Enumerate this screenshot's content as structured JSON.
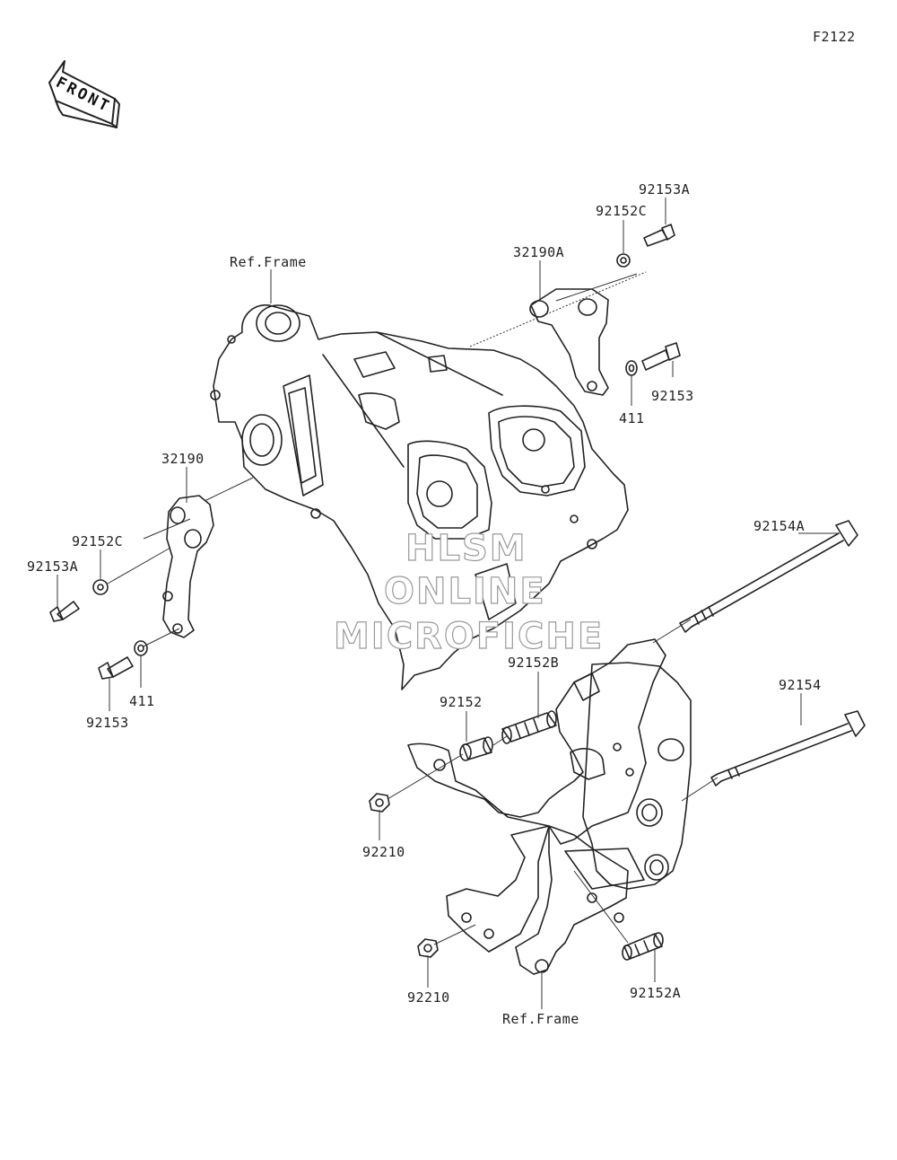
{
  "figure_code": "F2122",
  "front_arrow": {
    "label": "FRONT"
  },
  "callouts": [
    {
      "id": "c1",
      "text": "92153A"
    },
    {
      "id": "c2",
      "text": "92152C"
    },
    {
      "id": "c3",
      "text": "32190A"
    },
    {
      "id": "c4",
      "text": "Ref.Frame"
    },
    {
      "id": "c5",
      "text": "92153"
    },
    {
      "id": "c6",
      "text": "411"
    },
    {
      "id": "c7",
      "text": "32190"
    },
    {
      "id": "c8",
      "text": "92152C"
    },
    {
      "id": "c9",
      "text": "92153A"
    },
    {
      "id": "c10",
      "text": "411"
    },
    {
      "id": "c11",
      "text": "92153"
    },
    {
      "id": "c12",
      "text": "92154A"
    },
    {
      "id": "c13",
      "text": "92152B"
    },
    {
      "id": "c14",
      "text": "92152"
    },
    {
      "id": "c15",
      "text": "92154"
    },
    {
      "id": "c16",
      "text": "92210"
    },
    {
      "id": "c17",
      "text": "92210"
    },
    {
      "id": "c18",
      "text": "92152A"
    },
    {
      "id": "c19",
      "text": "Ref.Frame"
    }
  ],
  "watermark": {
    "line1": "HLSM",
    "line2": "ONLINE",
    "line3": "MICROFICHE"
  }
}
